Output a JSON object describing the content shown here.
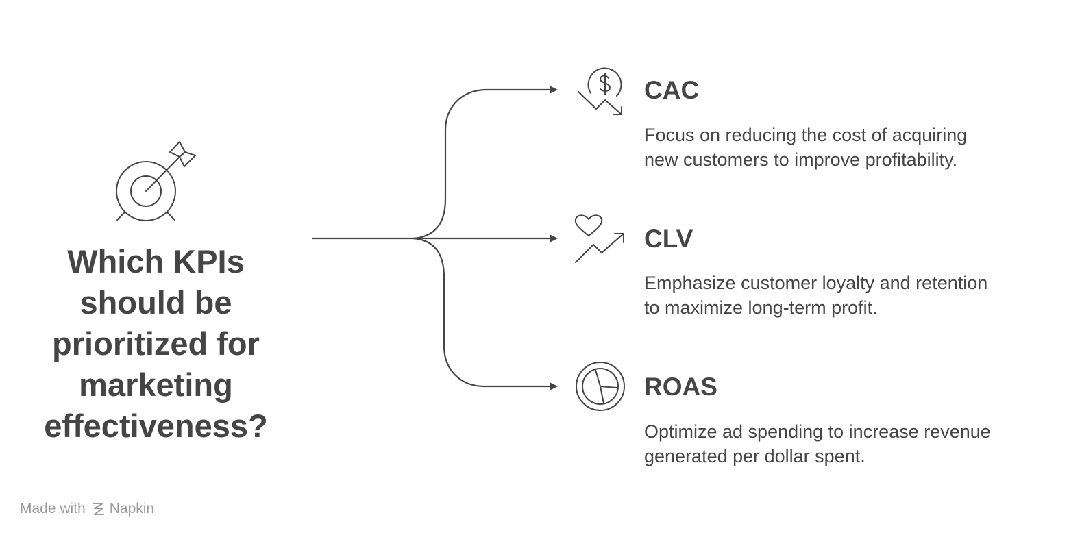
{
  "question": {
    "lines": [
      "Which KPIs",
      "should be",
      "prioritized for",
      "marketing",
      "effectiveness?"
    ],
    "icon": "target-arrow-icon"
  },
  "options": [
    {
      "title": "CAC",
      "description_lines": [
        "Focus on reducing the cost of acquiring",
        "new customers to improve profitability."
      ],
      "icon": "dollar-down-trend-icon"
    },
    {
      "title": "CLV",
      "description_lines": [
        "Emphasize customer loyalty and retention",
        "to maximize long-term profit."
      ],
      "icon": "heart-up-trend-icon"
    },
    {
      "title": "ROAS",
      "description_lines": [
        "Optimize ad spending to increase revenue",
        "generated per dollar spent."
      ],
      "icon": "pie-chart-icon"
    }
  ],
  "footer": {
    "prefix": "Made with",
    "brand": "Napkin",
    "brand_icon": "napkin-logo-icon"
  },
  "colors": {
    "ink": "#454545",
    "muted": "#9a9a9a",
    "background": "#ffffff"
  }
}
